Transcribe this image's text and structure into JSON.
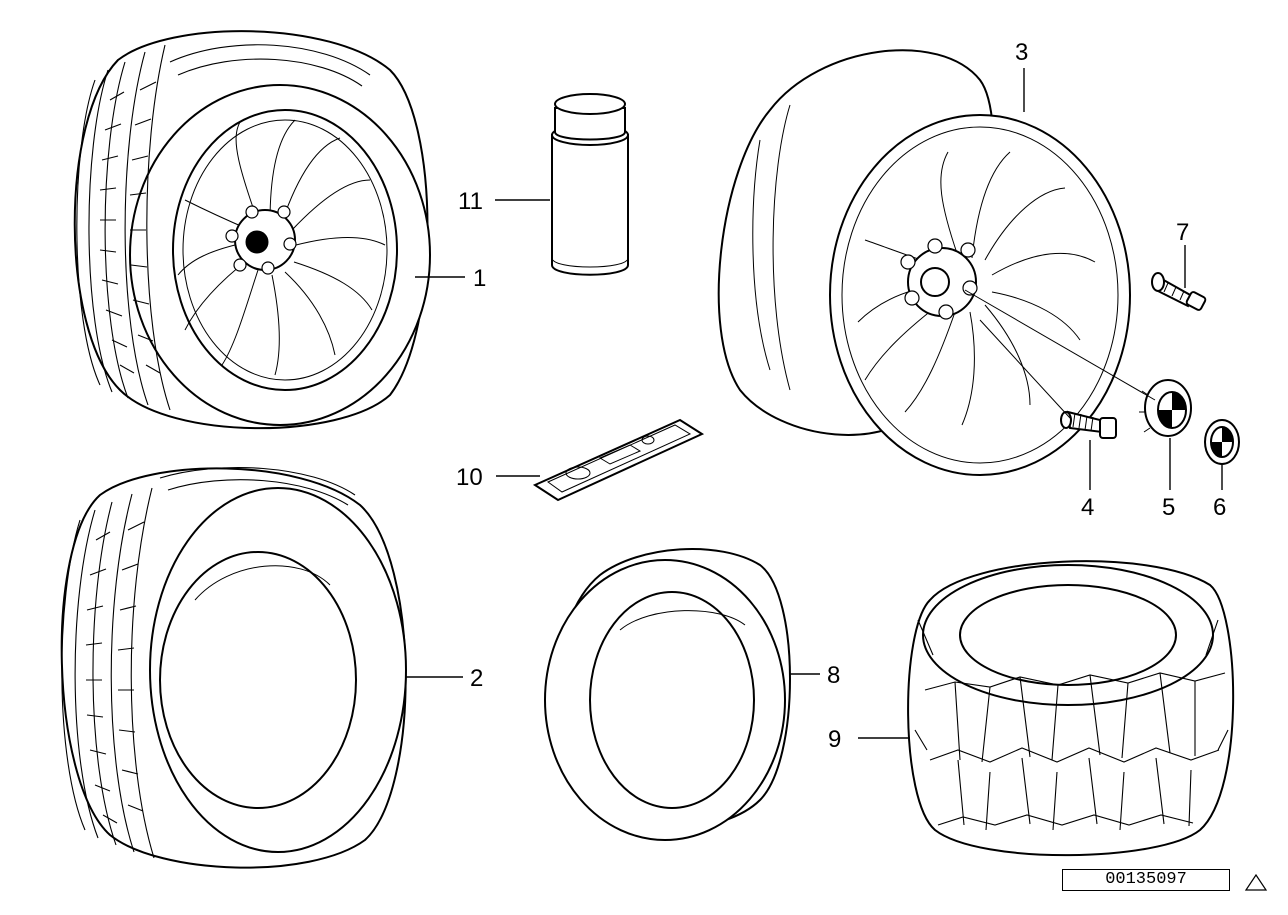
{
  "diagram": {
    "callouts": [
      {
        "id": "1",
        "label": "1"
      },
      {
        "id": "2",
        "label": "2"
      },
      {
        "id": "3",
        "label": "3"
      },
      {
        "id": "4",
        "label": "4"
      },
      {
        "id": "5",
        "label": "5"
      },
      {
        "id": "6",
        "label": "6"
      },
      {
        "id": "7",
        "label": "7"
      },
      {
        "id": "8",
        "label": "8"
      },
      {
        "id": "9",
        "label": "9"
      },
      {
        "id": "10",
        "label": "10"
      },
      {
        "id": "11",
        "label": "11"
      }
    ],
    "document_number": "00135097",
    "corner_icon": "triangle-outline-icon"
  }
}
